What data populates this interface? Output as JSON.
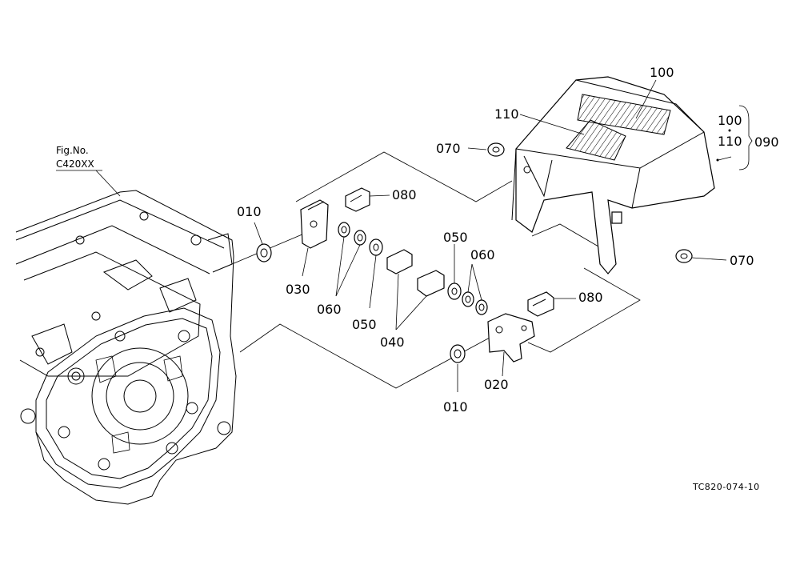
{
  "figure_ref": {
    "line1": "Fig.No.",
    "line2": "C420XX"
  },
  "labels": {
    "l010a": "010",
    "l010b": "010",
    "l020": "020",
    "l030": "030",
    "l040": "040",
    "l050a": "050",
    "l050b": "050",
    "l060a": "060",
    "l060b": "060",
    "l070a": "070",
    "l070b": "070",
    "l080a": "080",
    "l080b": "080",
    "l090": "090",
    "l100a": "100",
    "l100b": "100",
    "l110a": "110",
    "l110b": "110"
  },
  "drawing_code": "TC820-074-10"
}
